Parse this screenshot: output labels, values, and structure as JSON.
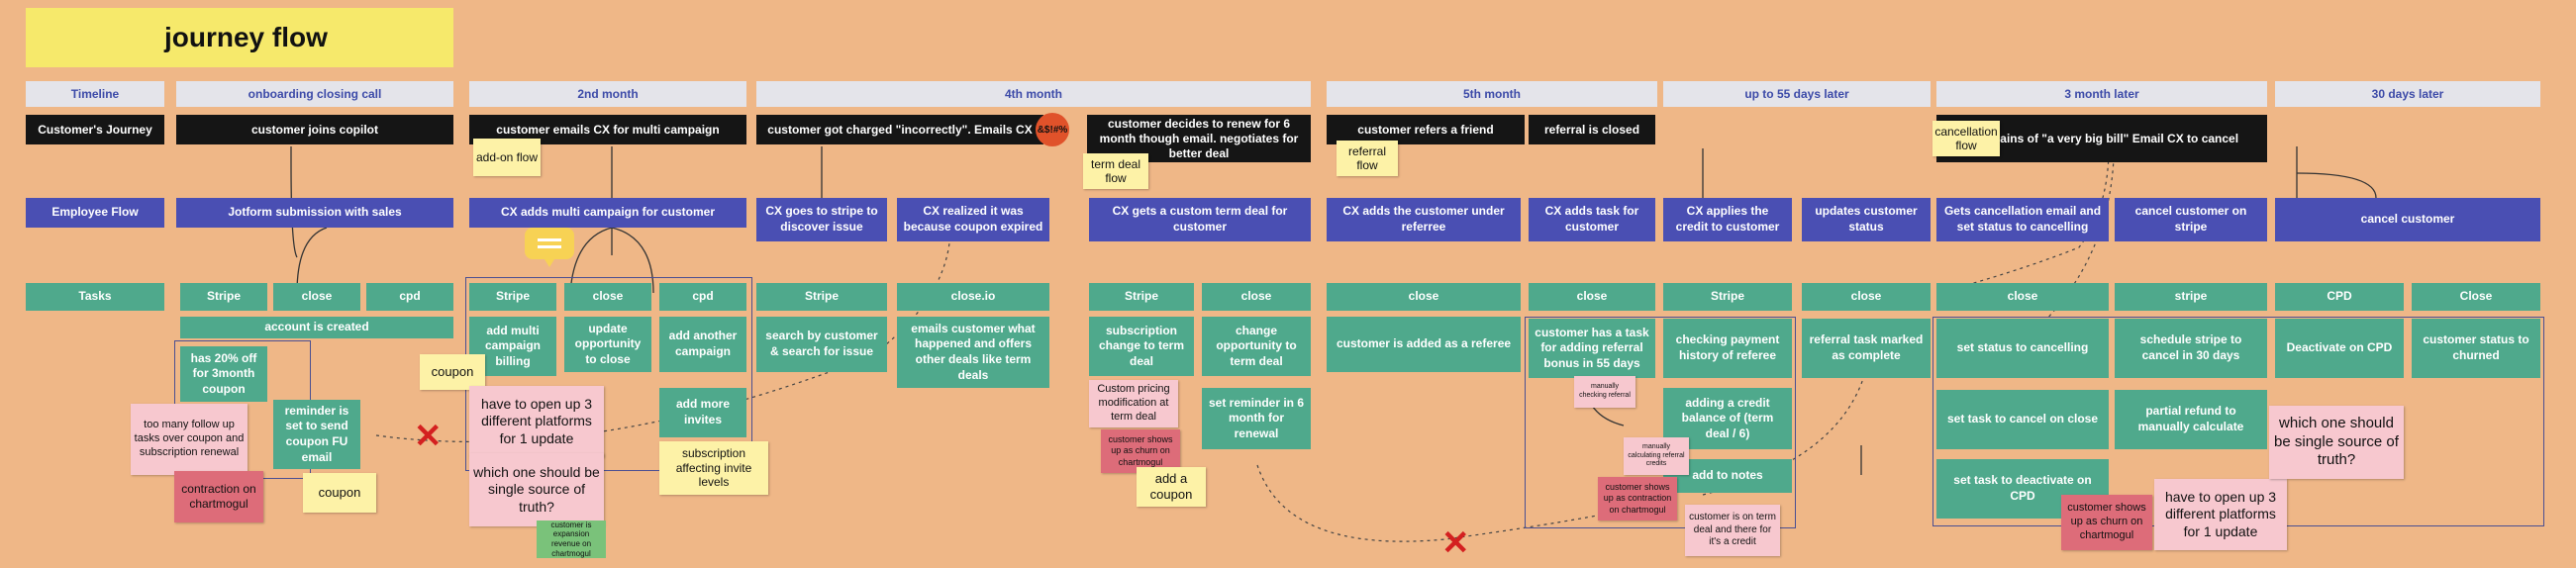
{
  "title": "journey flow",
  "headers": {
    "timeline": "Timeline",
    "onboarding": "onboarding closing call",
    "month2": "2nd month",
    "month4": "4th month",
    "month5": "5th month",
    "up55": "up to 55 days later",
    "m3later": "3 month later",
    "d30later": "30 days later"
  },
  "journey": {
    "label": "Customer's Journey",
    "joins": "customer joins copilot",
    "emails_multi": "customer emails CX for multi campaign",
    "charged": "customer got charged \"incorrectly\". Emails CX",
    "renew": "customer decides to renew for 6 month though email. negotiates for better deal",
    "refers": "customer refers a friend",
    "ref_closed": "referral is closed",
    "complains": "complains of \"a very big bill\" Email CX to cancel"
  },
  "journey_notes": {
    "addon": "add-on flow",
    "term_deal": "term deal flow",
    "referral": "referral flow",
    "cancellation": "cancellation flow",
    "angry": "&$!#%"
  },
  "employee": {
    "label": "Employee Flow",
    "jotform": "Jotform submission with sales",
    "multi": "CX adds multi campaign for customer",
    "stripe_discover": "CX goes to stripe to discover issue",
    "coupon_expired": "CX realized it was because coupon expired",
    "term": "CX gets a custom term deal for customer",
    "referee": "CX adds the customer under referree",
    "task": "CX adds task for customer",
    "credit": "CX applies the credit to customer",
    "status": "updates customer status",
    "cancel_email": "Gets cancellation email and set status to cancelling",
    "cancel_stripe": "cancel customer on stripe",
    "cancel": "cancel customer"
  },
  "tasks": {
    "label": "Tasks",
    "t1": "Stripe",
    "t2": "close",
    "t3": "cpd",
    "t4": "Stripe",
    "t5": "close",
    "t6": "cpd",
    "t7": "Stripe",
    "t8": "close.io",
    "t9": "Stripe",
    "t10": "close",
    "t11": "close",
    "t12": "close",
    "t13": "Stripe",
    "t14": "close",
    "t15": "close",
    "t16": "stripe",
    "t17": "CPD",
    "t18": "Close"
  },
  "cards": {
    "account_created": "account is created",
    "off20": "has 20% off for 3month coupon",
    "reminder_fu": "reminder is set to send coupon FU email",
    "multi_billing": "add multi campaign billing",
    "update_opp": "update opportunity to close",
    "another_campaign": "add another campaign",
    "more_invites": "add more invites",
    "search_customer": "search by customer & search for issue",
    "emails_what": "emails customer what happened and offers other deals like term deals",
    "sub_change": "subscription change to term deal",
    "change_opp": "change opportunity to term deal",
    "reminder6": "set reminder in 6 month for renewal",
    "added_referee": "customer is added as a referee",
    "has_task": "customer has a task for adding referral bonus in 55 days",
    "check_payment": "checking payment history of referee",
    "add_credit": "adding a credit balance of (term deal / 6)",
    "add_notes": "add to notes",
    "ref_complete": "referral task marked as complete",
    "set_cancelling": "set status to cancelling",
    "task_cancel": "set task to cancel on close",
    "task_deactivate": "set task to deactivate on CPD",
    "schedule_stripe": "schedule stripe to cancel in 30 days",
    "partial_refund": "partial refund to manually calculate",
    "deactivate_cpd": "Deactivate on CPD",
    "churned": "customer status to churned"
  },
  "stickies": {
    "too_many": "too many follow up tasks over coupon and subscription renewal",
    "contraction": "contraction on chartmogul",
    "coupon1": "coupon",
    "coupon2": "coupon",
    "open3_a": "have to open up 3 different platforms for 1 update",
    "single_a": "which one should be single source of truth?",
    "expansion": "customer is expansion revenue on chartmogul",
    "sub_affect": "subscription affecting invite levels",
    "custom_pricing": "Custom pricing modification at term deal",
    "churn1": "customer shows up as churn on chartmogul",
    "add_coupon": "add a coupon",
    "manual_ref": "manually checking referral",
    "manual_calc": "manually calculating referral credits",
    "contraction2": "customer shows up as contraction on chartmogul",
    "term_credit": "customer is on term deal and there for it's a credit",
    "churn2": "customer shows up as churn on chartmogul",
    "open3_b": "have to open up 3 different platforms for 1 update",
    "single_b": "which one should be single source of truth?"
  },
  "colors": {
    "background": "#efb787",
    "title_yellow": "#f6e96b",
    "header_gray": "#e4e4ea",
    "journey_black": "#151515",
    "employee_blue": "#4a4fb3",
    "task_green": "#4fa98c",
    "sticky_yellow": "#fdf2a7",
    "sticky_pink": "#f7c8cf",
    "sticky_red": "#dd6c79",
    "x_red": "#d42020"
  },
  "icons": {
    "comment": "comment-icon",
    "angry": "angry-face-icon",
    "cross": "red-x-icon"
  }
}
